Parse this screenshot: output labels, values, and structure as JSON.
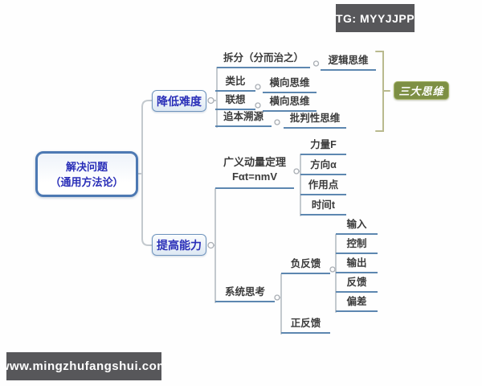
{
  "watermarks": {
    "telegram": "TG: MYYJJPP",
    "website": "www.mingzhufangshui.com"
  },
  "root": {
    "line1": "解决问题",
    "line2": "（通用方法论）"
  },
  "reduce": {
    "label": "降低难度",
    "rows": [
      {
        "method": "拆分（分而治之）",
        "thinking": "逻辑思维"
      },
      {
        "method": "类比",
        "thinking": "横向思维"
      },
      {
        "method": "联想",
        "thinking": "横向思维"
      },
      {
        "method": "追本溯源",
        "thinking": "批判性思维"
      }
    ],
    "summary": "三大思维"
  },
  "improve": {
    "label": "提高能力",
    "momentum": {
      "line1": "广义动量定理",
      "line2": "Fαt=nmV",
      "factors": [
        "力量F",
        "方向α",
        "作用点",
        "时间t"
      ]
    },
    "systems": {
      "label": "系统思考",
      "negative_feedback": {
        "label": "负反馈",
        "elements": [
          "输入",
          "控制",
          "输出",
          "反馈",
          "偏差"
        ]
      },
      "positive_feedback": {
        "label": "正反馈"
      }
    }
  },
  "colors": {
    "node_text_blue": "#2a2fb8",
    "underline_blue": "#5d87b0",
    "node_border_blue": "#4d79b3",
    "summary_green": "#7d8f44",
    "bracket_olive": "#b9ba8e",
    "watermark_bg": "#57575a",
    "connector_gray": "#c3c9ce"
  }
}
